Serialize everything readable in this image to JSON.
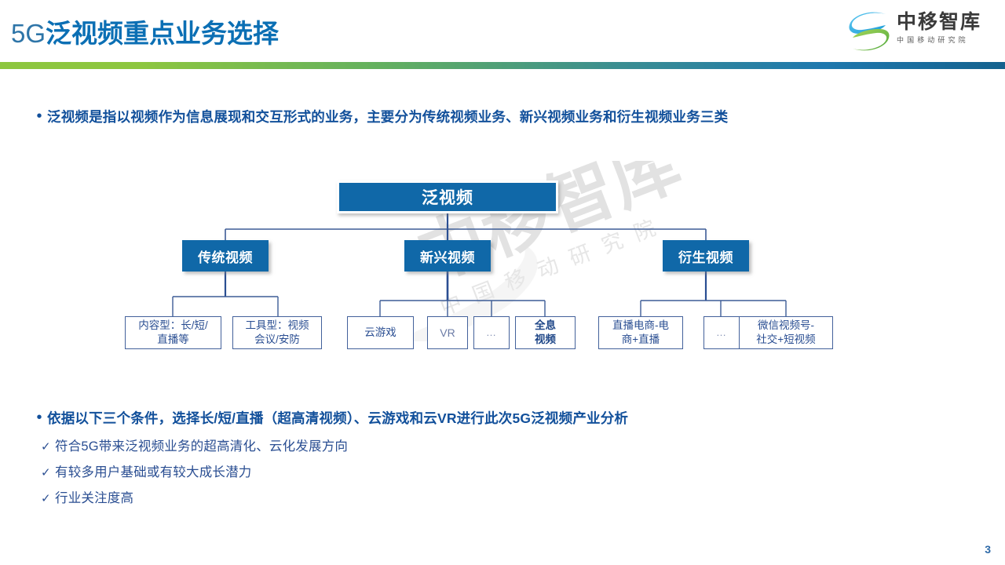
{
  "header": {
    "title_prefix": "5G",
    "title_main": "泛视频重点业务选择"
  },
  "logo": {
    "name": "中移智库",
    "sub": "中国移动研究院",
    "mark_icon": "swoosh-logo-icon",
    "blue": "#29ABE2",
    "green": "#8DC63F"
  },
  "watermark": {
    "big": "中移智库",
    "small": "中国移动研究院"
  },
  "bullets": {
    "dot": "•",
    "first": "泛视频是指以视频作为信息展现和交互形式的业务，主要分为传统视频业务、新兴视频业务和衍生视频业务三类",
    "second": "依据以下三个条件，选择长/短/直播（超高清视频）、云游戏和云VR进行此次5G泛视频产业分析"
  },
  "checks": {
    "mark": "✓",
    "items": [
      "符合5G带来泛视频业务的超高清化、云化发展方向",
      "有较多用户基础或有较大成长潜力",
      "行业关注度高"
    ]
  },
  "chart_data": {
    "type": "diagram",
    "title": "泛视频业务分类树",
    "root": "泛视频",
    "level2": [
      "传统视频",
      "新兴视频",
      "衍生视频"
    ],
    "leaves": {
      "传统视频": [
        "内容型：长/短/直播等",
        "工具型：视频会议/安防"
      ],
      "新兴视频": [
        "云游戏",
        "VR",
        "…",
        "全息视频"
      ],
      "衍生视频": [
        "直播电商-电商+直播",
        "…",
        "微信视频号-社交+短视频"
      ]
    }
  },
  "nodes": {
    "root": "泛视频",
    "l2_a": "传统视频",
    "l2_b": "新兴视频",
    "l2_c": "衍生视频",
    "leaf_a1_l1": "内容型：长/短/",
    "leaf_a1_l2": "直播等",
    "leaf_a2_l1": "工具型：视频",
    "leaf_a2_l2": "会议/安防",
    "leaf_b1": "云游戏",
    "leaf_b2": "VR",
    "leaf_b3": "…",
    "leaf_b4_l1": "全息",
    "leaf_b4_l2": "视频",
    "leaf_c1_l1": "直播电商-电",
    "leaf_c1_l2": "商+直播",
    "leaf_c2": "…",
    "leaf_c3_l1": "微信视频号-",
    "leaf_c3_l2": "社交+短视频"
  },
  "footer": {
    "page_number": "3"
  }
}
